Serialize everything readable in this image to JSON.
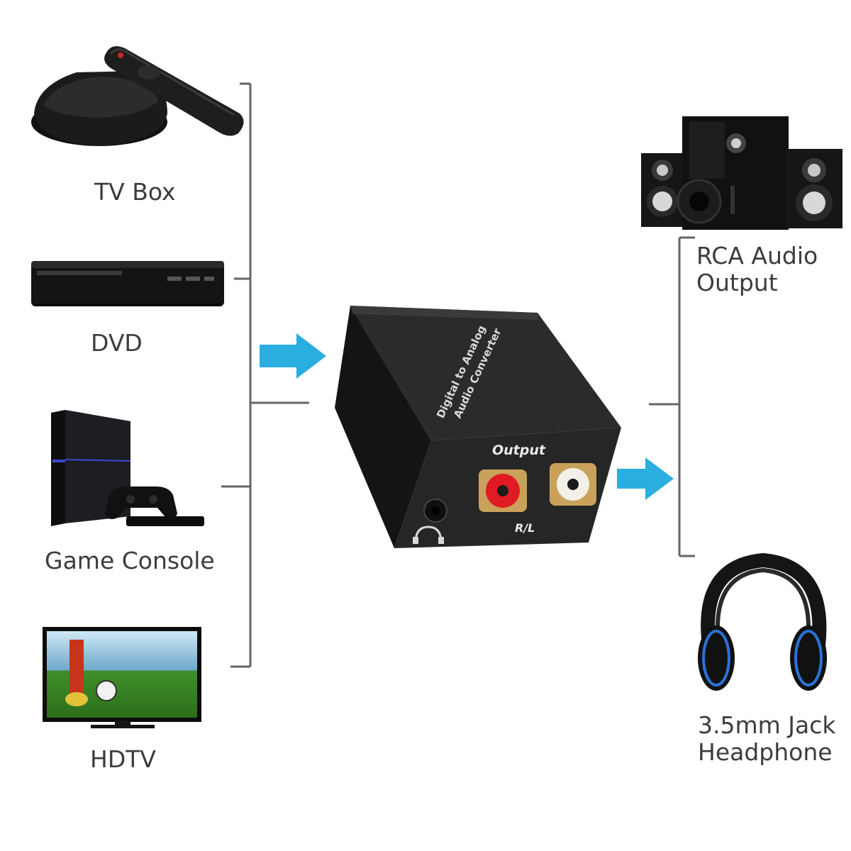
{
  "sources": [
    {
      "label": "TV Box",
      "icon": "tv-box-remote-icon"
    },
    {
      "label": "DVD",
      "icon": "dvd-player-icon"
    },
    {
      "label": "Game Console",
      "icon": "game-console-icon"
    },
    {
      "label": "HDTV",
      "icon": "hdtv-icon"
    }
  ],
  "converter": {
    "title_line1": "Digital to Analog",
    "title_line2": "Audio Converter",
    "output_label": "Output",
    "channel_label": "R/L"
  },
  "outputs": [
    {
      "label_line1": "RCA Audio",
      "label_line2": "Output",
      "icon": "speaker-system-icon"
    },
    {
      "label_line1": "3.5mm Jack",
      "label_line2": "Headphone",
      "icon": "headphone-icon"
    }
  ],
  "colors": {
    "arrow": "#2aaee0",
    "connector_line": "#666666",
    "device_dark": "#1c1c1c",
    "rca_red": "#e01b24",
    "rca_white": "#f3f0e8",
    "gold": "#c9a15a"
  }
}
